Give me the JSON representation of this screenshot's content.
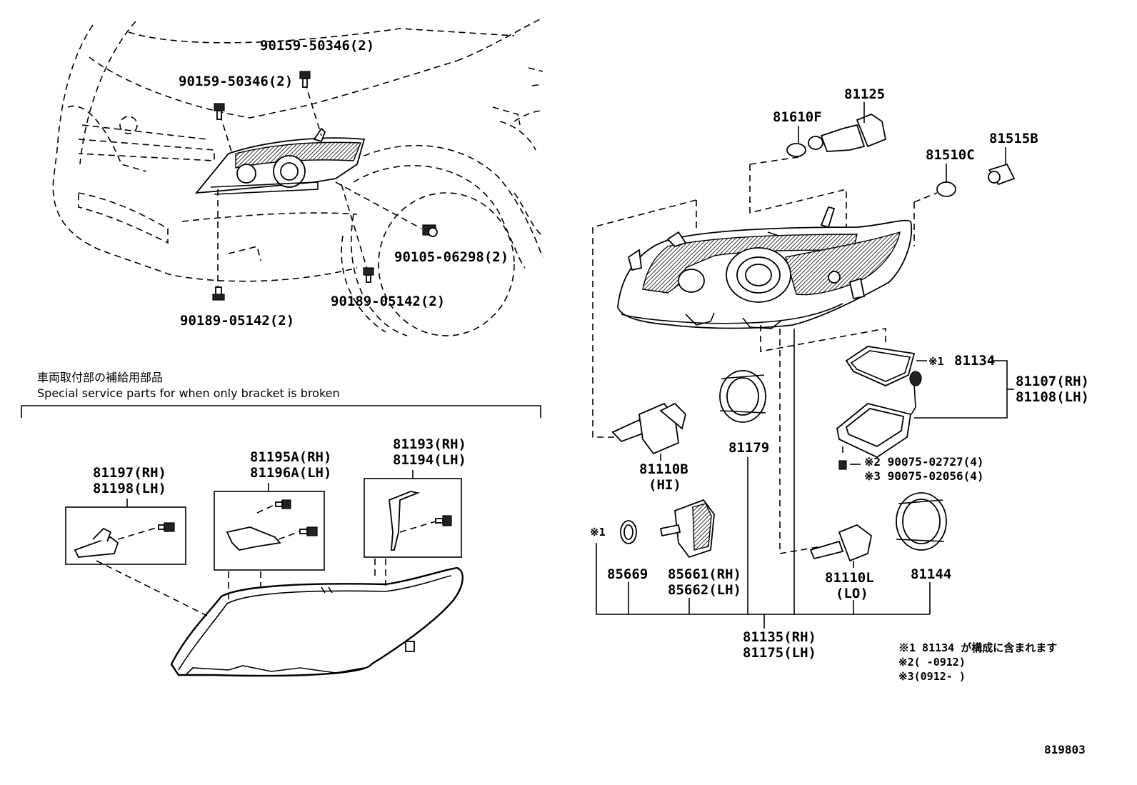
{
  "callouts": {
    "bolt_upper_right": "90159-50346(2)",
    "bolt_upper_left": "90159-50346(2)",
    "screw_fender": "90105-06298(2)",
    "bolt_lower_right": "90189-05142(2)",
    "bolt_lower_left": "90189-05142(2)",
    "bulb_81125": "81125",
    "bulb_81610f": "81610F",
    "bulb_81510c": "81510C",
    "socket_81515b": "81515B",
    "gasket_81134": "81134",
    "note_mark_1": "※1",
    "ballast_rh": "81107(RH)",
    "ballast_lh": "81108(LH)",
    "screw_a": "※2 90075-02727(4)",
    "screw_b": "※3 90075-02056(4)",
    "hi_bulb": "81110B",
    "hi_note": "(HI)",
    "lens_ring": "81179",
    "ring_note_mark": "※1",
    "oring": "85669",
    "igniter_rh": "85661(RH)",
    "igniter_lh": "85662(LH)",
    "lo_bulb": "81110L",
    "lo_note": "(LO)",
    "cover_81144": "81144",
    "unit_rh": "81135(RH)",
    "unit_lh": "81175(LH)",
    "bracket_a_rh": "81197(RH)",
    "bracket_a_lh": "81198(LH)",
    "bracket_b_rh": "81195A(RH)",
    "bracket_b_lh": "81196A(LH)",
    "bracket_c_rh": "81193(RH)",
    "bracket_c_lh": "81194(LH)"
  },
  "service_note": {
    "jp": "車両取付部の補給用部品",
    "en": "Special service parts for when only bracket is broken"
  },
  "footnotes": {
    "n1": "※1 81134 が構成に含まれます",
    "n2": "※2(     -0912)",
    "n3": "※3(0912-     )"
  },
  "diagram_id": "819803"
}
